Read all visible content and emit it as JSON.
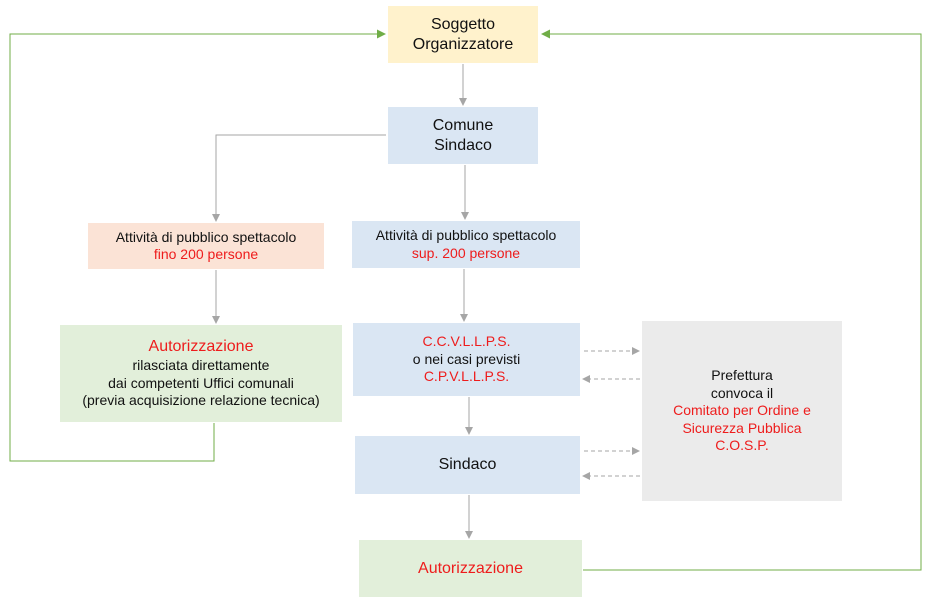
{
  "diagram": {
    "soggetto": {
      "line1": "Soggetto",
      "line2": "Organizzatore"
    },
    "comune": {
      "line1": "Comune",
      "line2": "Sindaco"
    },
    "attivita_fino": {
      "line1": "Attività di pubblico spettacolo",
      "line2": "fino 200 persone"
    },
    "attivita_sup": {
      "line1": "Attività di pubblico spettacolo",
      "line2": "sup. 200 persone"
    },
    "autorizzazione_left": {
      "title": "Autorizzazione",
      "line2": "rilasciata direttamente",
      "line3": "dai competenti Uffici comunali",
      "line4": "(previa acquisizione relazione tecnica)"
    },
    "ccv": {
      "line1": "C.C.V.L.L.P.S.",
      "line2": "o nei casi previsti",
      "line3": "C.P.V.L.L.P.S."
    },
    "sindaco": {
      "label": "Sindaco"
    },
    "autorizzazione_bottom": {
      "label": "Autorizzazione"
    },
    "prefettura": {
      "line1": "Prefettura",
      "line2": "convoca il",
      "line3": "Comitato per Ordine e",
      "line4": "Sicurezza Pubblica",
      "line5": "C.O.S.P."
    }
  },
  "colors": {
    "yellow_box": "#fff2cc",
    "blue_box": "#dae6f3",
    "peach_box": "#fbe3d6",
    "green_box": "#e2efda",
    "grey_box": "#ebebeb",
    "red_text": "#ee1c1c",
    "arrow_grey": "#a6a6a6",
    "feedback_green": "#70ad47"
  }
}
